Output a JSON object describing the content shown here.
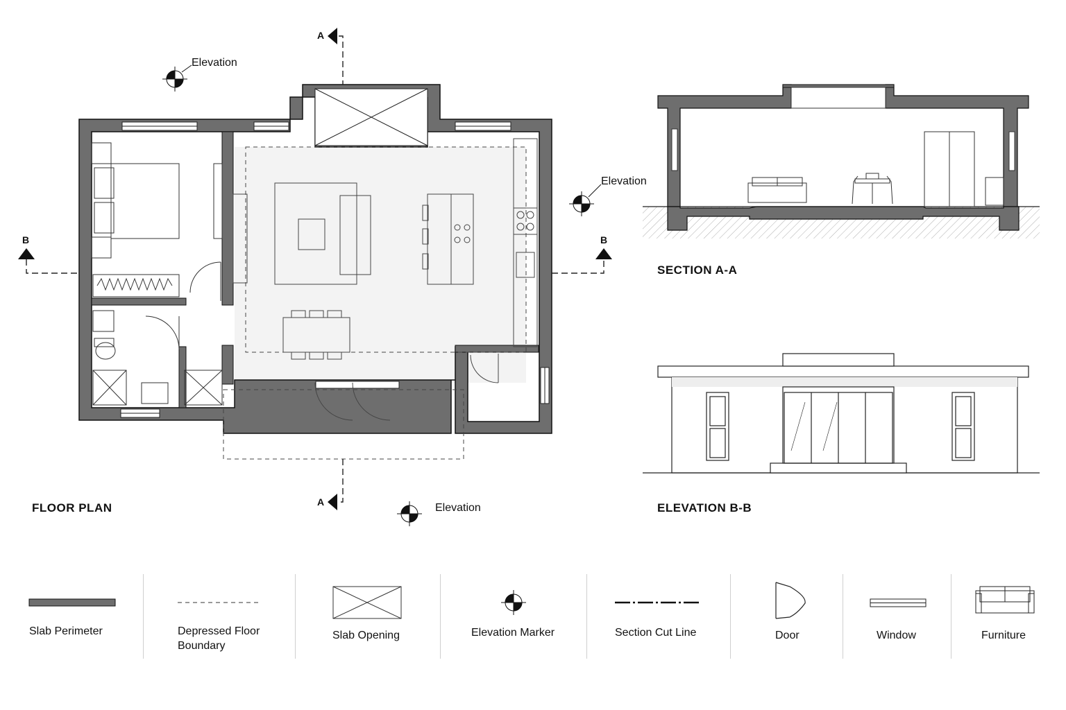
{
  "titles": {
    "floor_plan": "FLOOR PLAN",
    "section": "SECTION A-A",
    "elevation": "ELEVATION B-B"
  },
  "markers": {
    "elevation_label": "Elevation",
    "section_a": "A",
    "section_b": "B"
  },
  "legend": [
    {
      "key": "slab",
      "label": "Slab Perimeter"
    },
    {
      "key": "depressed",
      "label": "Depressed Floor Boundary"
    },
    {
      "key": "opening",
      "label": "Slab Opening"
    },
    {
      "key": "elevmarker",
      "label": "Elevation Marker"
    },
    {
      "key": "sectioncut",
      "label": "Section Cut Line"
    },
    {
      "key": "door",
      "label": "Door"
    },
    {
      "key": "window",
      "label": "Window"
    },
    {
      "key": "furniture",
      "label": "Furniture"
    }
  ],
  "icons": [
    "elevation-marker-icon",
    "section-arrow-icon",
    "sofa-icon",
    "door-swing-icon",
    "window-icon"
  ],
  "colors": {
    "wall": "#6e6e6e",
    "line": "#222222",
    "ground_hatch": "#8a8a8a",
    "depressed_fill": "#f3f3f3"
  }
}
